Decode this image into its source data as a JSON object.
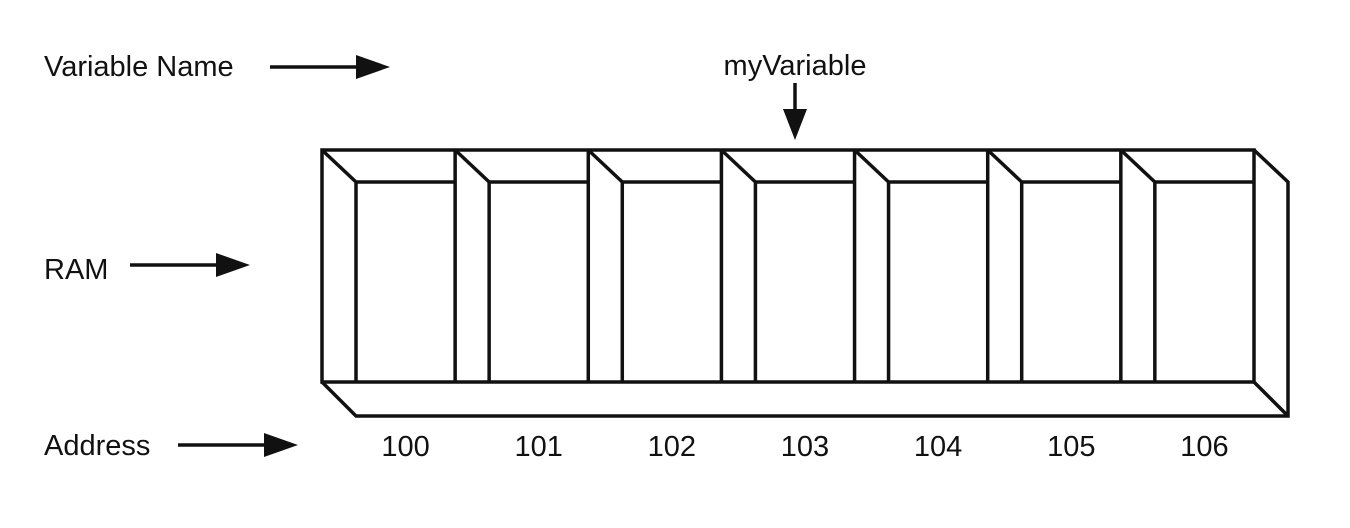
{
  "labels": {
    "variable_name": "Variable Name",
    "ram": "RAM",
    "address": "Address",
    "variable": "myVariable"
  },
  "memory": {
    "addresses": [
      "100",
      "101",
      "102",
      "103",
      "104",
      "105",
      "106"
    ],
    "variable_cell": "103"
  },
  "colors": {
    "ink": "#111111",
    "background": "#ffffff"
  }
}
